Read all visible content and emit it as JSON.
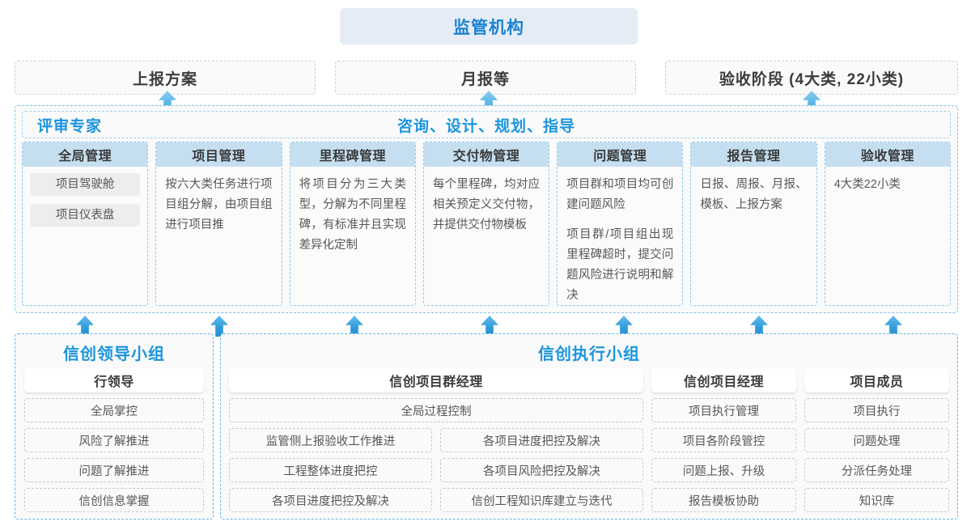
{
  "top": {
    "regulator": "监管机构",
    "reports": [
      "上报方案",
      "月报等",
      "验收阶段 (4大类, 22小类)"
    ]
  },
  "band": {
    "left_label": "评审专家",
    "center_label": "咨询、设计、规划、指导",
    "columns": [
      {
        "title": "全局管理",
        "type": "pills",
        "pills": [
          "项目驾驶舱",
          "项目仪表盘"
        ],
        "paragraphs": []
      },
      {
        "title": "项目管理",
        "type": "text",
        "pills": [],
        "paragraphs": [
          "按六大类任务进行项目组分解，由项目组进行项目推"
        ]
      },
      {
        "title": "里程碑管理",
        "type": "text",
        "pills": [],
        "paragraphs": [
          "将项目分为三大类型，分解为不同里程碑，有标准并且实现差异化定制"
        ]
      },
      {
        "title": "交付物管理",
        "type": "text",
        "pills": [],
        "paragraphs": [
          "每个里程碑，均对应相关预定义交付物，并提供交付物模板"
        ]
      },
      {
        "title": "问题管理",
        "type": "text",
        "pills": [],
        "paragraphs": [
          "项目群和项目均可创建问题风险",
          "项目群/项目组出现里程碑超时，提交问题风险进行说明和解决"
        ]
      },
      {
        "title": "报告管理",
        "type": "text",
        "pills": [],
        "paragraphs": [
          "日报、周报、月报、模板、上报方案"
        ]
      },
      {
        "title": "验收管理",
        "type": "text",
        "pills": [],
        "paragraphs": [
          "4大类22小类"
        ]
      }
    ]
  },
  "bottom": {
    "leader_group": {
      "title": "信创领导小组",
      "role": "行领导",
      "tasks": [
        "全局掌控",
        "风险了解推进",
        "问题了解推进",
        "信创信息掌握"
      ]
    },
    "exec_group": {
      "title": "信创执行小组",
      "program_manager": {
        "role": "信创项目群经理",
        "full_width_task": "全局过程控制",
        "left_tasks": [
          "监管侧上报验收工作推进",
          "工程整体进度把控",
          "各项目进度把控及解决"
        ],
        "right_tasks": [
          "各项目进度把控及解决",
          "各项目风险把控及解决",
          "信创工程知识库建立与迭代"
        ]
      },
      "project_manager": {
        "role": "信创项目经理",
        "tasks": [
          "项目执行管理",
          "项目各阶段管控",
          "问题上报、升级",
          "报告模板协助"
        ]
      },
      "project_member": {
        "role": "项目成员",
        "tasks": [
          "项目执行",
          "问题处理",
          "分派任务处理",
          "知识库"
        ]
      }
    }
  },
  "colors": {
    "accent_blue": "#1b95de",
    "regulator_bg": "#e6ecf5",
    "col_head_bg": "#c5dff0",
    "arrow_blue": "#2f9ad9",
    "pill_gray": "#ededed"
  }
}
